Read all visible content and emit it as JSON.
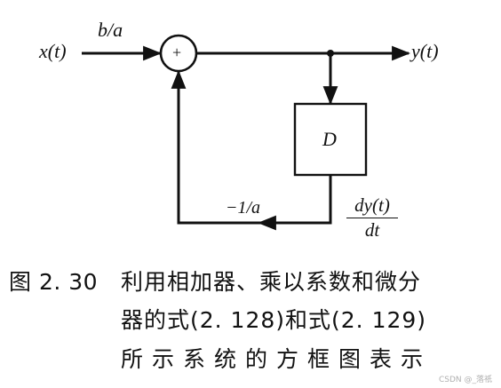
{
  "diagram": {
    "input_label": "x(t)",
    "gain_label": "b/a",
    "sum_symbol": "+",
    "output_label": "y(t)",
    "block_label": "D",
    "derivative_numerator": "dy(t)",
    "derivative_denominator": "dt",
    "feedback_gain_label": "−1/a"
  },
  "caption": {
    "number": "图 2. 30",
    "line1": "利用相加器、乘以系数和微分",
    "line2": "器的式(2. 128)和式(2. 129)",
    "line3": "所示系统的方框图表示"
  },
  "watermark": "CSDN @_落祇"
}
